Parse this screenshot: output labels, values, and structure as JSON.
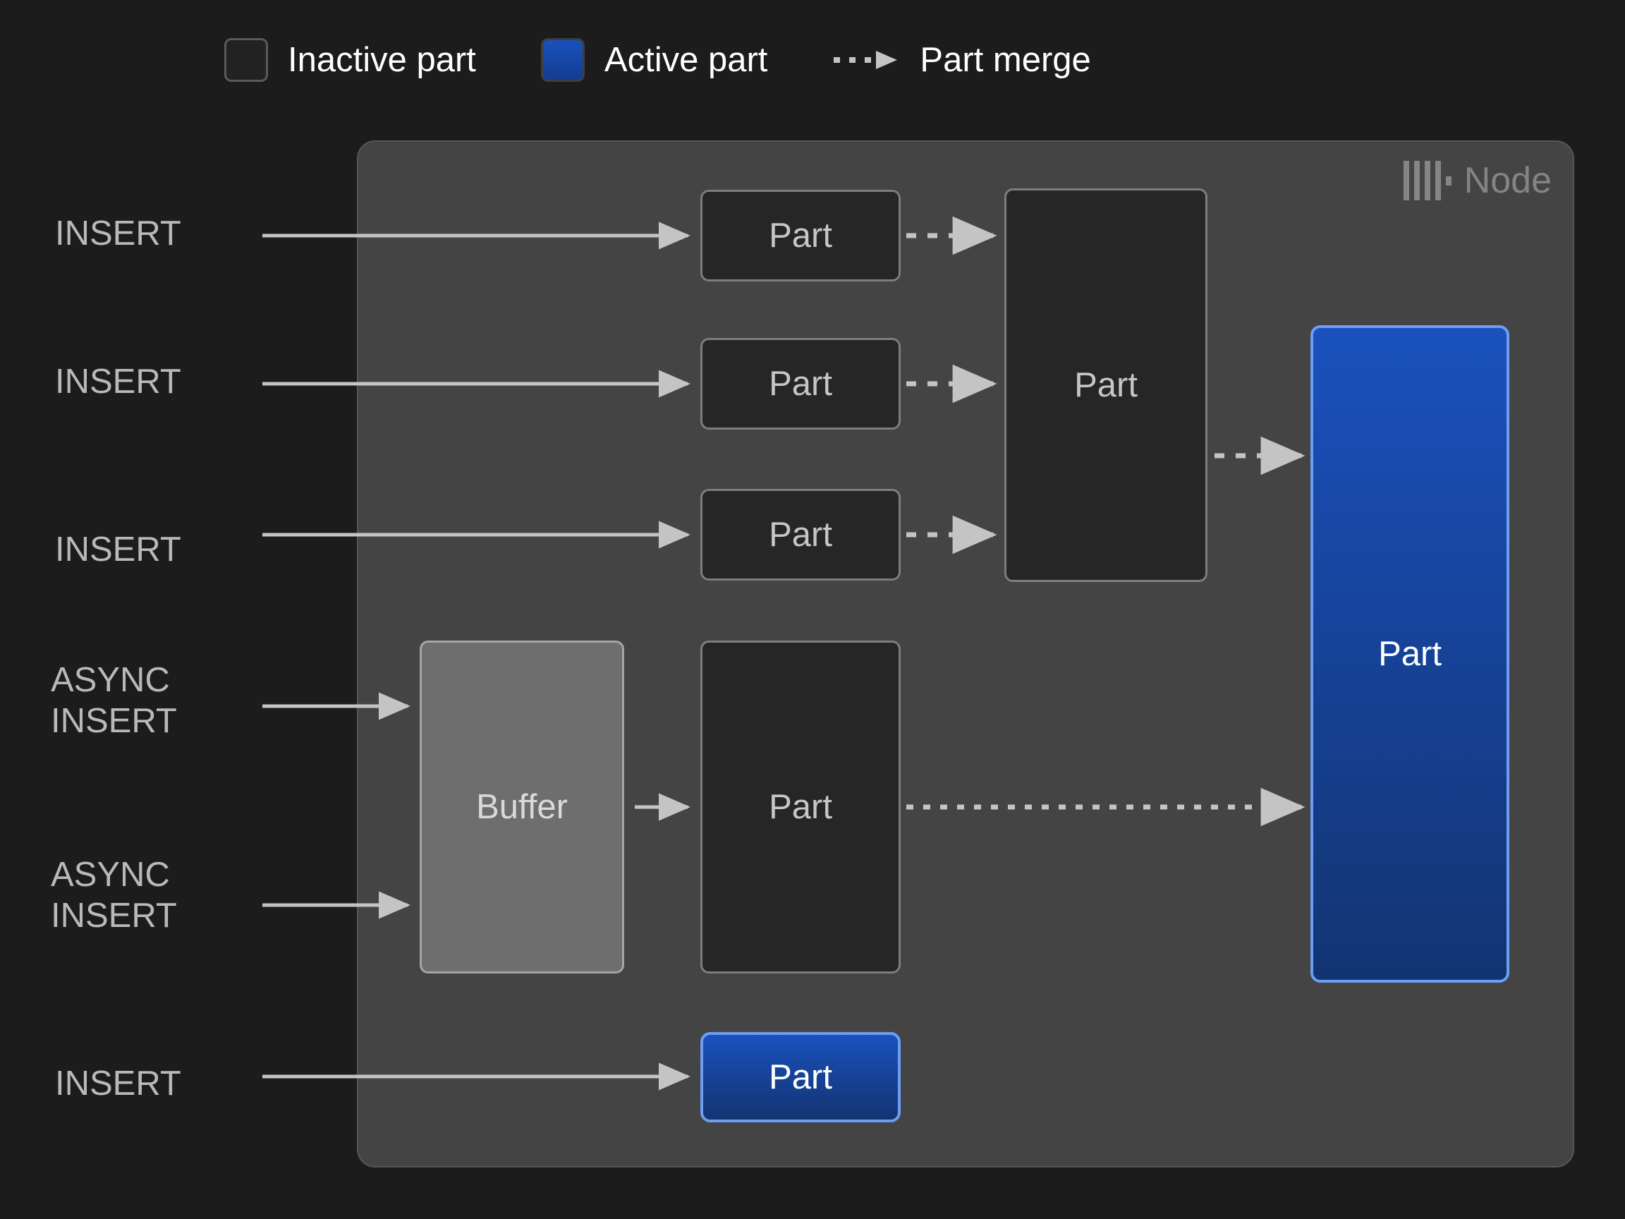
{
  "legend": {
    "items": [
      {
        "icon": "inactive-part-swatch",
        "label": "Inactive part",
        "color": "#222222"
      },
      {
        "icon": "active-part-swatch",
        "label": "Active part",
        "color": "#1a51bd"
      },
      {
        "icon": "dashed-arrow-icon",
        "label": "Part merge",
        "color": "#c4c4c4"
      }
    ]
  },
  "node": {
    "label": "Node",
    "logo_icon": "clickhouse-logo-icon",
    "panel_color": "#444444"
  },
  "sources": [
    {
      "id": "insert-1",
      "text": "INSERT"
    },
    {
      "id": "insert-2",
      "text": "INSERT"
    },
    {
      "id": "insert-3",
      "text": "INSERT"
    },
    {
      "id": "async-insert-1",
      "text": "ASYNC\nINSERT"
    },
    {
      "id": "async-insert-2",
      "text": "ASYNC\nINSERT"
    },
    {
      "id": "insert-4",
      "text": "INSERT"
    }
  ],
  "boxes": {
    "part_1": {
      "label": "Part",
      "state": "inactive"
    },
    "part_2": {
      "label": "Part",
      "state": "inactive"
    },
    "part_3": {
      "label": "Part",
      "state": "inactive"
    },
    "part_merged": {
      "label": "Part",
      "state": "inactive"
    },
    "buffer": {
      "label": "Buffer",
      "state": "buffer"
    },
    "part_async": {
      "label": "Part",
      "state": "inactive"
    },
    "part_final": {
      "label": "Part",
      "state": "active"
    },
    "part_inserted": {
      "label": "Part",
      "state": "active"
    }
  },
  "colors": {
    "background": "#1c1c1c",
    "panel": "#444444",
    "inactive_part": "#262626",
    "inactive_border": "#7d7d7d",
    "buffer": "#6e6e6e",
    "active_part": "#1a51bd",
    "active_border": "#6e9df2",
    "connector": "#c4c4c4",
    "text": "#b9b9b9"
  }
}
